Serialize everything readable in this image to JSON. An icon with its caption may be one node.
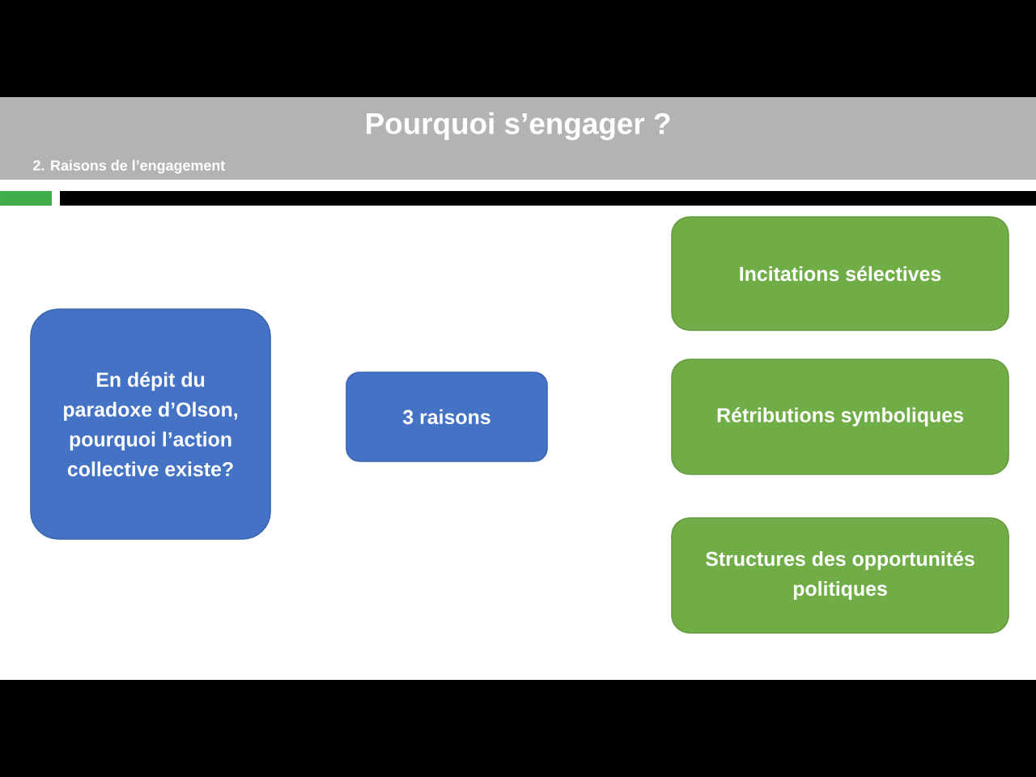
{
  "diagram": {
    "title": "Pourquoi s’engager ?",
    "nodes": [
      {
        "text": [
          "En dépit du paradoxe d’Olson, pourquoi l’action collective existe?"
        ]
      },
      {
        "text": [
          "3 raisons"
        ]
      },
      {
        "text": [
          "Incitations sélectives"
        ]
      },
      {
        "text": [
          "Rétributions symboliques"
        ]
      },
      {
        "text": [
          "Structures des opportunités politiques"
        ]
      }
    ],
    "labels": [
      "2. Raisons de l’engagement"
    ]
  }
}
